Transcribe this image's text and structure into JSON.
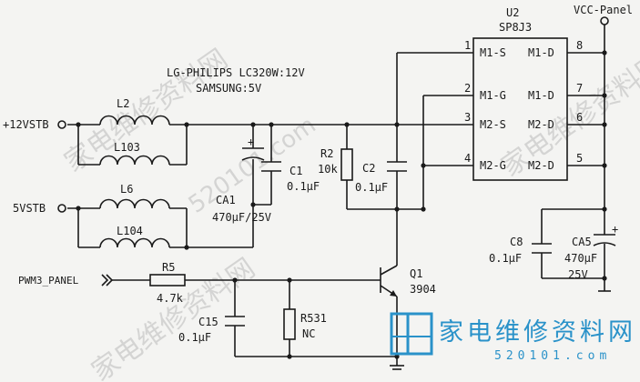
{
  "note": {
    "line1": "LG-PHILIPS LC320W:12V",
    "line2": "SAMSUNG:5V"
  },
  "ic": {
    "ref": "U2",
    "part": "SP8J3",
    "pins_left": [
      {
        "num": "1",
        "label": "M1-S"
      },
      {
        "num": "2",
        "label": "M1-G"
      },
      {
        "num": "3",
        "label": "M2-S"
      },
      {
        "num": "4",
        "label": "M2-G"
      }
    ],
    "pins_right": [
      {
        "num": "8",
        "label": "M1-D"
      },
      {
        "num": "7",
        "label": "M1-D"
      },
      {
        "num": "6",
        "label": "M2-D"
      },
      {
        "num": "5",
        "label": "M2-D"
      }
    ]
  },
  "nets": {
    "vcc_panel": "VCC-Panel",
    "v12": "+12VSTB",
    "v5": "5VSTB",
    "pwm": "PWM3_PANEL"
  },
  "components": {
    "L2": {
      "ref": "L2"
    },
    "L103": {
      "ref": "L103"
    },
    "L6": {
      "ref": "L6"
    },
    "L104": {
      "ref": "L104"
    },
    "CA1": {
      "ref": "CA1",
      "value": "470μF/25V"
    },
    "C1": {
      "ref": "C1",
      "value": "0.1μF"
    },
    "R2": {
      "ref": "R2",
      "value": "10k"
    },
    "C2": {
      "ref": "C2",
      "value": "0.1μF"
    },
    "C8": {
      "ref": "C8",
      "value": "0.1μF"
    },
    "CA5": {
      "ref": "CA5",
      "value": "470μF",
      "rating": "25V"
    },
    "R5": {
      "ref": "R5",
      "value": "4.7k"
    },
    "C15": {
      "ref": "C15",
      "value": "0.1μF"
    },
    "R531": {
      "ref": "R531",
      "value": "NC"
    },
    "Q1": {
      "ref": "Q1",
      "part": "3904"
    }
  },
  "watermark": {
    "brand": "家电维修资料网",
    "url": "520101.com",
    "background_text": "家电维修资料网"
  }
}
